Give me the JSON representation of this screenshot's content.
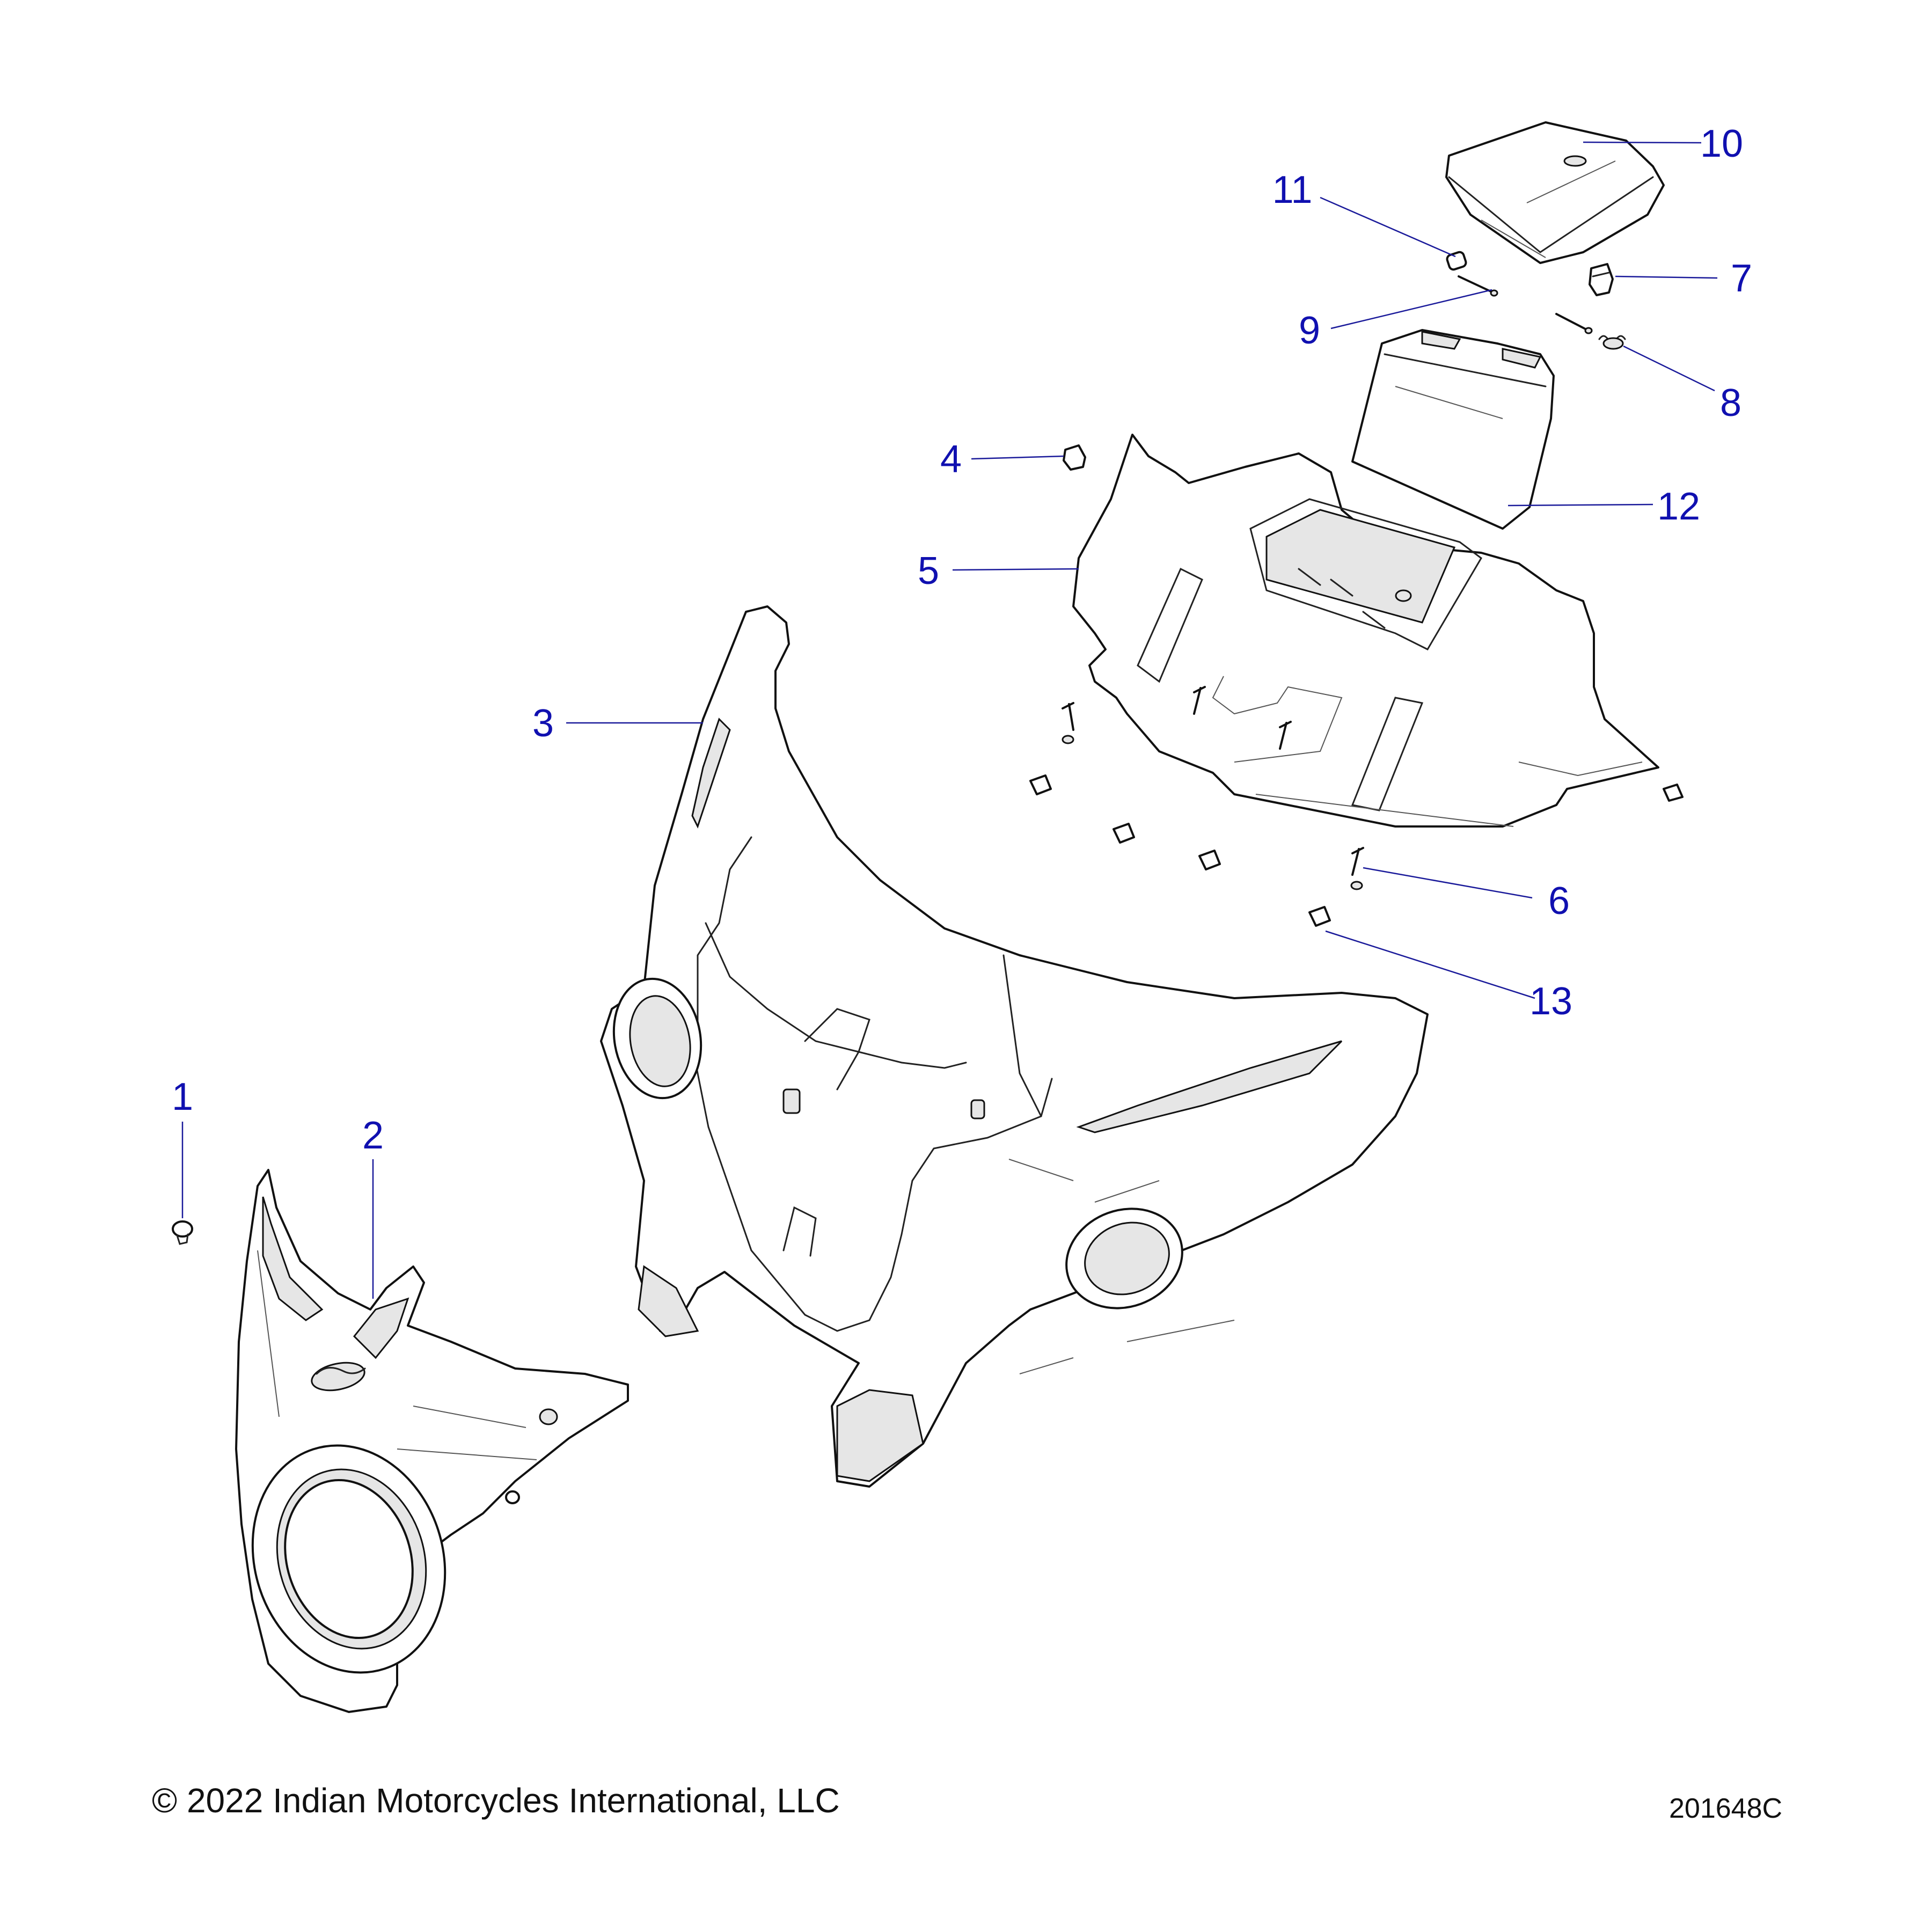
{
  "diagram": {
    "callouts": [
      {
        "id": "1",
        "label": "1"
      },
      {
        "id": "2",
        "label": "2"
      },
      {
        "id": "3",
        "label": "3"
      },
      {
        "id": "4",
        "label": "4"
      },
      {
        "id": "5",
        "label": "5"
      },
      {
        "id": "6",
        "label": "6"
      },
      {
        "id": "7",
        "label": "7"
      },
      {
        "id": "8",
        "label": "8"
      },
      {
        "id": "9",
        "label": "9"
      },
      {
        "id": "10",
        "label": "10"
      },
      {
        "id": "11",
        "label": "11"
      },
      {
        "id": "12",
        "label": "12"
      },
      {
        "id": "13",
        "label": "13"
      }
    ],
    "colors": {
      "callout": "#1010b0",
      "line": "#111111",
      "background": "#ffffff"
    }
  },
  "footer": {
    "copyright": "© 2022 Indian Motorcycles International, LLC",
    "drawing_number": "201648C"
  }
}
